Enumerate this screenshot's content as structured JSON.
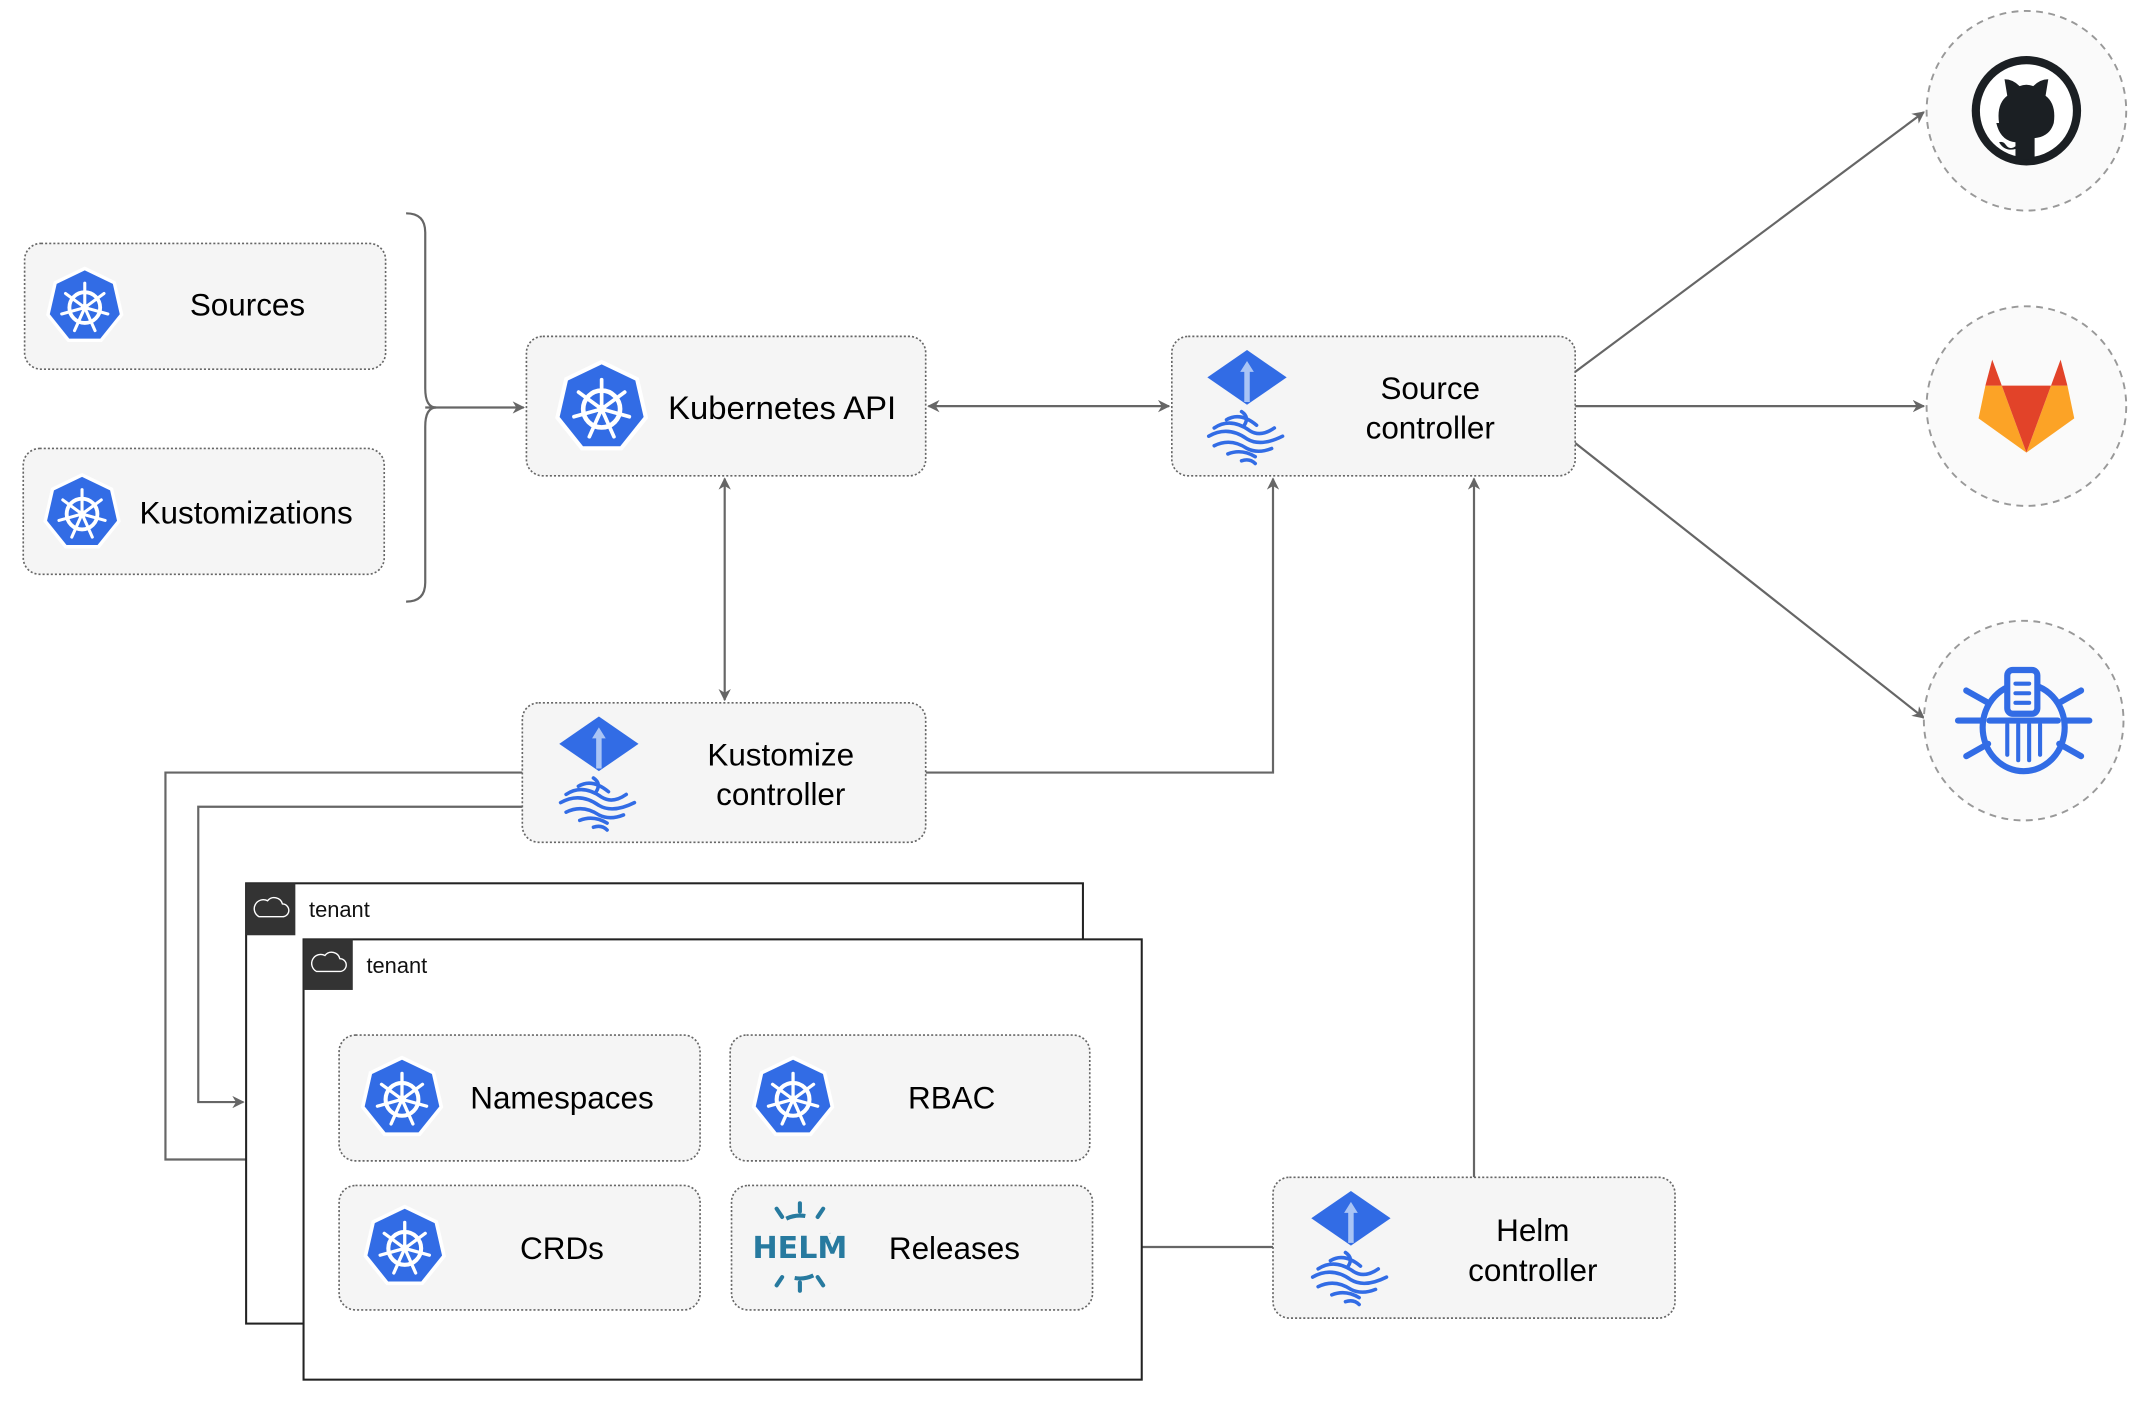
{
  "inputs": {
    "sources": {
      "label": "Sources",
      "icon": "kubernetes-icon"
    },
    "kustomizations": {
      "label": "Kustomizations",
      "icon": "kubernetes-icon"
    }
  },
  "kubernetes_api": {
    "label": "Kubernetes API",
    "icon": "kubernetes-icon"
  },
  "source_controller": {
    "line1": "Source",
    "line2": "controller",
    "icon": "flux-icon"
  },
  "kustomize_controller": {
    "line1": "Kustomize",
    "line2": "controller",
    "icon": "flux-icon"
  },
  "helm_controller": {
    "line1": "Helm",
    "line2": "controller",
    "icon": "flux-icon"
  },
  "tenants": [
    {
      "label": "tenant",
      "icon": "cloud-icon"
    },
    {
      "label": "tenant",
      "icon": "cloud-icon"
    }
  ],
  "tenant_resources": [
    {
      "label": "Namespaces",
      "icon": "kubernetes-icon"
    },
    {
      "label": "RBAC",
      "icon": "kubernetes-icon"
    },
    {
      "label": "CRDs",
      "icon": "kubernetes-icon"
    },
    {
      "label": "Releases",
      "icon": "helm-icon",
      "icon_text": "HELM"
    }
  ],
  "external_sources": [
    {
      "icon": "github-icon"
    },
    {
      "icon": "gitlab-icon"
    },
    {
      "icon": "bucket-icon"
    }
  ],
  "colors": {
    "kubernetes_blue": "#326ce5",
    "helm_blue": "#277a9f",
    "gitlab_orange": "#e24329",
    "gitlab_light": "#fca326",
    "github_dark": "#1b1f23",
    "edge": "#666666",
    "box_fill": "#f5f5f5",
    "tenant_header": "#333333"
  }
}
